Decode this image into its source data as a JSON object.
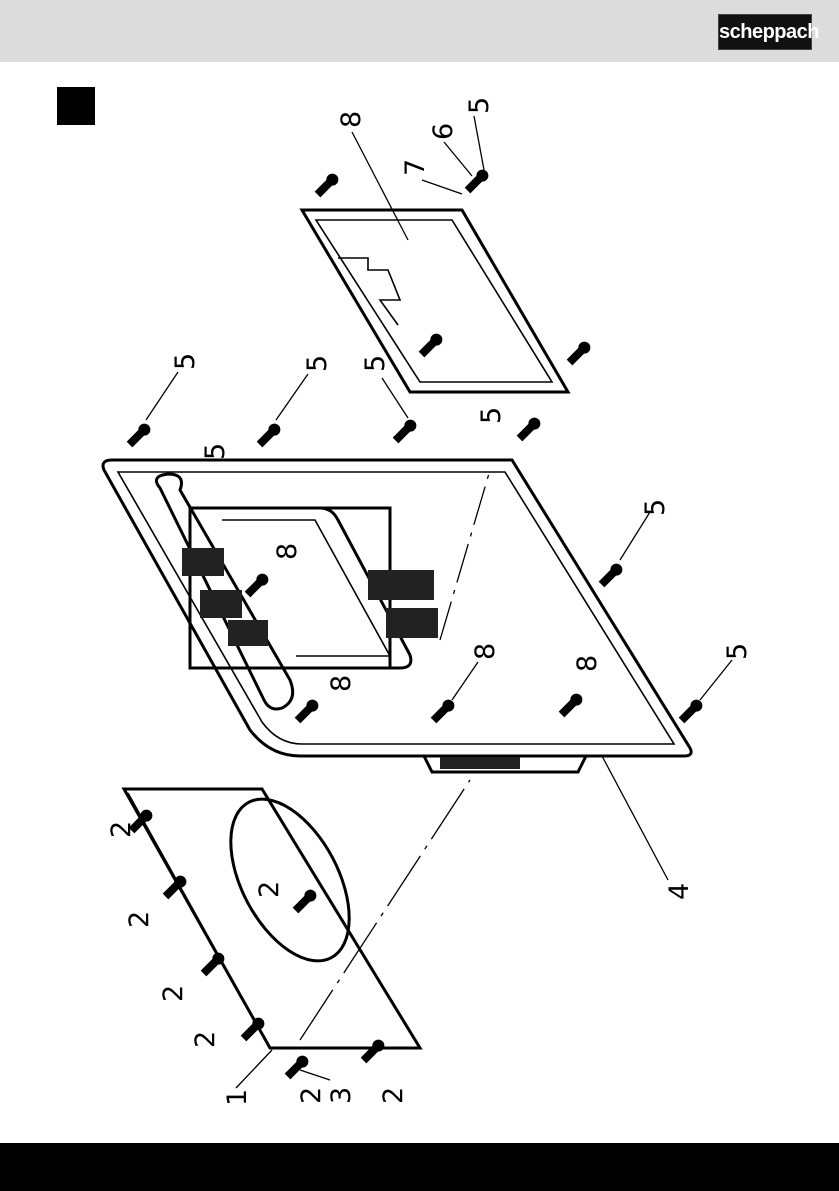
{
  "header": {
    "brand": "scheppach"
  },
  "colors": {
    "header_bg": "#dcdcdc",
    "footer_bg": "#000000",
    "ink": "#000000"
  },
  "labels": {
    "l1": "1",
    "l2a": "2",
    "l2b": "2",
    "l2c": "2",
    "l2d": "2",
    "l2e": "2",
    "l2f": "2",
    "l2g": "2",
    "l3": "3",
    "l4": "4",
    "l5a": "5",
    "l5b": "5",
    "l5c": "5",
    "l5d": "5",
    "l5e": "5",
    "l5f": "5",
    "l5g": "5",
    "l5h": "5",
    "l6": "6",
    "l7": "7",
    "l8a": "8",
    "l8b": "8",
    "l8c": "8",
    "l8d": "8",
    "l8e": "8"
  }
}
